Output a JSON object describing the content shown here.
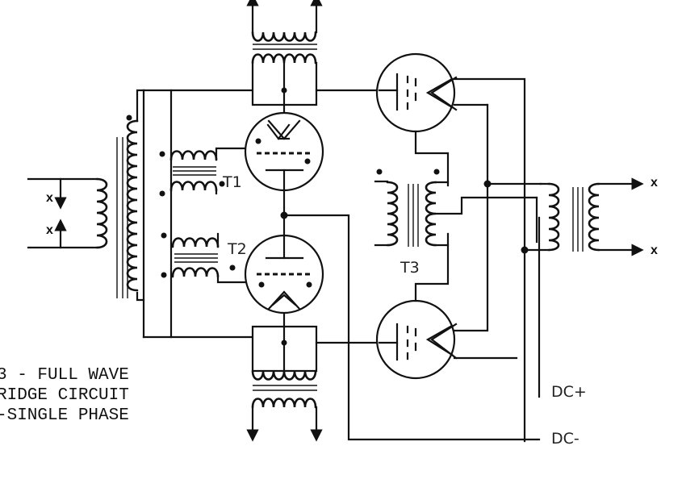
{
  "labels": {
    "t1": "T1",
    "t2": "T2",
    "t3": "T3",
    "dc_plus": "DC+",
    "dc_minus": "DC-",
    "x_out_top": "x",
    "x_out_bottom": "x",
    "x_in_top": "x",
    "x_in_bottom": "x"
  },
  "caption": {
    "line1": "3 - FULL WAVE",
    "line2": "RIDGE CIRCUIT",
    "line3": "-SINGLE PHASE"
  }
}
